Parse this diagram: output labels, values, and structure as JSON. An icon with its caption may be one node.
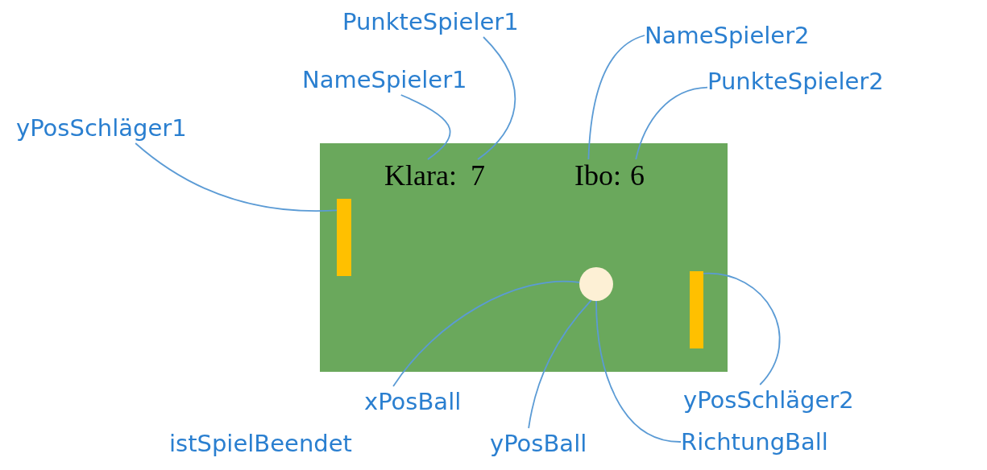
{
  "diagram": {
    "nodes": [
      {
        "text": [],
        "shape": "box"
      },
      {
        "text": [
          "Klara:"
        ],
        "in": 0
      },
      {
        "text": [
          "7"
        ],
        "in": 0
      },
      {
        "text": [
          "Ibo:"
        ],
        "in": 0
      },
      {
        "text": [
          "6"
        ],
        "in": 0
      },
      {
        "text": [],
        "shape": "bar",
        "in": 0
      },
      {
        "text": [],
        "shape": "circle",
        "in": 0
      },
      {
        "text": [],
        "shape": "bar",
        "in": 0
      },
      {
        "text": [
          "PunkteSpieler1"
        ]
      },
      {
        "text": [
          "NameSpieler1"
        ]
      },
      {
        "text": [
          "NameSpieler2"
        ]
      },
      {
        "text": [
          "PunkteSpieler2"
        ]
      },
      {
        "text": [
          "yPosSchläger1"
        ]
      },
      {
        "text": [
          "xPosBall"
        ]
      },
      {
        "text": [
          "yPosBall"
        ]
      },
      {
        "text": [
          "RichtungBall"
        ]
      },
      {
        "text": [
          "yPosSchläger2"
        ]
      }
    ],
    "edges": [
      {
        "from": 8,
        "to": 2,
        "arrow": "none"
      },
      {
        "from": 9,
        "to": 1,
        "arrow": "none"
      },
      {
        "from": 10,
        "to": 3,
        "arrow": "none"
      },
      {
        "from": 11,
        "to": 4,
        "arrow": "none"
      },
      {
        "from": 12,
        "to": 5,
        "arrow": "none"
      },
      {
        "from": 13,
        "to": 6,
        "arrow": "none"
      },
      {
        "from": 14,
        "to": 6,
        "arrow": "none"
      },
      {
        "from": 15,
        "to": 6,
        "arrow": "none"
      },
      {
        "from": 16,
        "to": 7,
        "arrow": "none"
      }
    ],
    "labels": [
      "istSpielBeendet"
    ]
  }
}
